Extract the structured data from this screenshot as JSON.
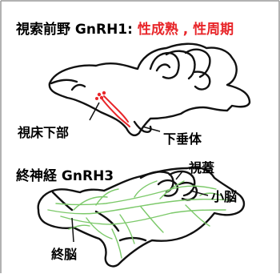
{
  "panel_top": {
    "title_prefix": "視索前野 GnRH1: ",
    "title_accent": "性成熟 , 性周期",
    "accent_color": "#e8262a",
    "labels": {
      "hypothalamus": "視床下部",
      "pituitary": "下垂体"
    }
  },
  "panel_bottom": {
    "title": "終神経 GnRH3",
    "accent_color": "#7cc96a",
    "labels": {
      "optic_tectum": "視蓋",
      "cerebellum": "小脳",
      "telencephalon": "終脳"
    }
  }
}
